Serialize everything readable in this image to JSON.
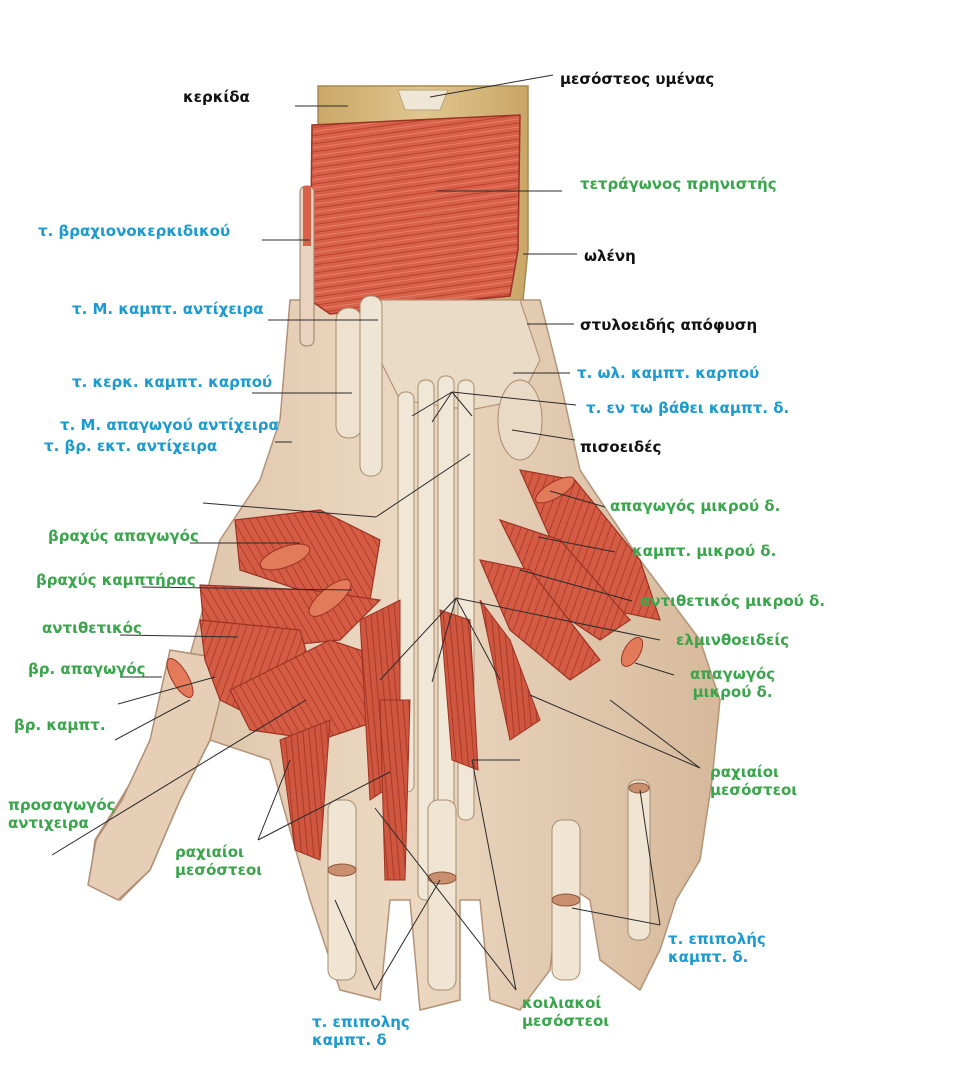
{
  "colors": {
    "bone": "#d8bd82",
    "skin": "#e7cdb2",
    "tendon": "#efe4d2",
    "muscle": "#d9614a",
    "muscle_dark": "#b7412f",
    "leader": "#2b2b2b",
    "label_black": "#111111",
    "label_blue": "#1b9bd1",
    "label_green": "#3aa64c"
  },
  "labels": {
    "radius": "κερκίδα",
    "interosseous_membrane": "μεσόστεος υμένας",
    "pronator_quadratus": "τετράγωνος πρηνιστής",
    "brachioradialis_tendon": "τ. βραχιονοκερκιδικού",
    "ulna": "ωλένη",
    "fpl_tendon": "τ. Μ. καμπτ. αντίχειρα",
    "styloid_process": "στυλοειδής απόφυση",
    "fcr_tendon": "τ. κερκ. καμπτ. καρπού",
    "fcu_tendon": "τ. ωλ. καμπτ. καρπού",
    "fdp_tendons": "τ. εν τω βάθει καμπτ. δ.",
    "apl_tendon": "τ. Μ. απαγωγού αντίχειρα",
    "epb_tendon": "τ. βρ. εκτ. αντίχειρα",
    "pisiform": "πισοειδές",
    "abductor_digiti_minimi": "απαγωγός μικρού δ.",
    "abductor_pollicis_brevis": "βραχύς απαγωγός",
    "flexor_digiti_minimi": "καμπτ. μικρού δ.",
    "flexor_pollicis_brevis": "βραχύς καμπτήρας",
    "opponens_digiti_minimi": "αντιθετικός μικρού δ.",
    "opponens_pollicis": "αντιθετικός",
    "lumbricals": "ελμινθοειδείς",
    "abd_pollicis_brevis_short": "βρ. απαγωγός",
    "abd_digiti_minimi_line1": "απαγωγός",
    "abd_digiti_minimi_line2": "μικρού δ.",
    "flex_pollicis_brevis_short": "βρ. καμπτ.",
    "dorsal_interossei_right_line1": "ραχιαίοι",
    "dorsal_interossei_right_line2": "μεσόστεοι",
    "adductor_pollicis_line1": "προσαγωγός",
    "adductor_pollicis_line2": "αντιχειρα",
    "dorsal_interossei_left_line1": "ραχιαίοι",
    "dorsal_interossei_left_line2": "μεσόστεοι",
    "fds_tendons_right_line1": "τ. επιπολής",
    "fds_tendons_right_line2": "καμπτ. δ.",
    "palmar_interossei_line1": "κοιλιακοί",
    "palmar_interossei_line2": "μεσόστεοι",
    "fds_tendons_bottom_line1": "τ. επιπολης",
    "fds_tendons_bottom_line2": "καμπτ. δ"
  }
}
